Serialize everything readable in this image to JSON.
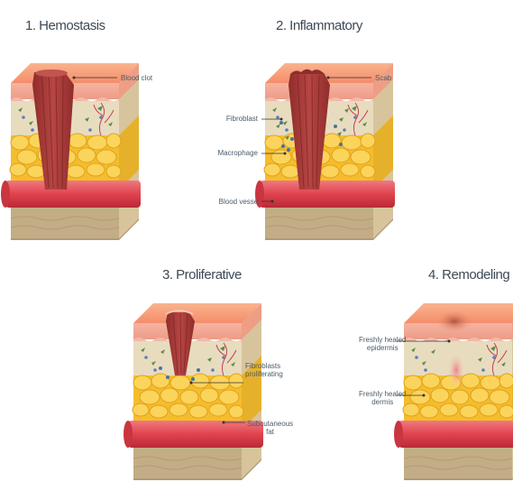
{
  "stages": [
    {
      "title": "1. Hemostasis"
    },
    {
      "title": "2. Inflammatory"
    },
    {
      "title": "3. Proliferative"
    },
    {
      "title": "4. Remodeling"
    }
  ],
  "labels": {
    "blood_clot": "Blood clot",
    "scab": "Scab",
    "fibroblast": "Fibroblast",
    "macrophage": "Macrophage",
    "blood_vessel": "Blood vessel",
    "fibroblasts_proliferating_1": "Fibroblasts",
    "fibroblasts_proliferating_2": "proliferating",
    "subcutaneous_fat_1": "Subcutaneous",
    "subcutaneous_fat_2": "fat",
    "healed_epidermis_1": "Freshly healed",
    "healed_epidermis_2": "epidermis",
    "healed_dermis_1": "Freshly healed",
    "healed_dermis_2": "dermis"
  },
  "colors": {
    "epidermis_top": "#f7a57f",
    "epidermis_side": "#f3ad9a",
    "dermis": "#e8dcbf",
    "fat": "#f7c434",
    "fat_dark": "#e6a91c",
    "vessel": "#e0434e",
    "clot": "#a43a38",
    "base": "#c9b28d"
  }
}
